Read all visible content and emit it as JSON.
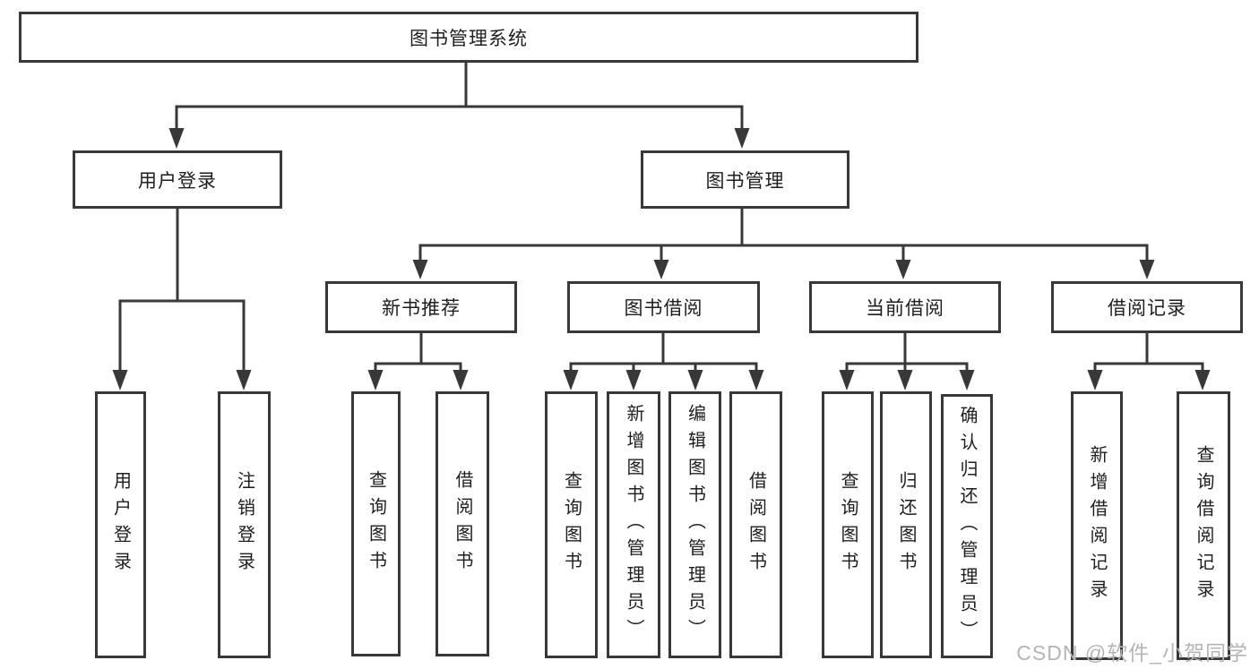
{
  "diagram": {
    "root": "图书管理系统",
    "branches": [
      {
        "label": "用户登录",
        "children": [
          "用户登录",
          "注销登录"
        ]
      },
      {
        "label": "图书管理",
        "children": [
          {
            "label": "新书推荐",
            "children": [
              "查询图书",
              "借阅图书"
            ]
          },
          {
            "label": "图书借阅",
            "children": [
              "查询图书",
              "新增图书（管理员）",
              "编辑图书（管理员）",
              "借阅图书"
            ]
          },
          {
            "label": "当前借阅",
            "children": [
              "查询图书",
              "归还图书",
              "确认归还（管理员）"
            ]
          },
          {
            "label": "借阅记录",
            "children": [
              "新增借阅记录",
              "查询借阅记录"
            ]
          }
        ]
      }
    ]
  },
  "watermark": "CSDN @软件_小贺同学",
  "colors": {
    "line": "#383838",
    "text": "#1e1e1e",
    "watermark": "#b5b5b5",
    "background": "#ffffff"
  }
}
